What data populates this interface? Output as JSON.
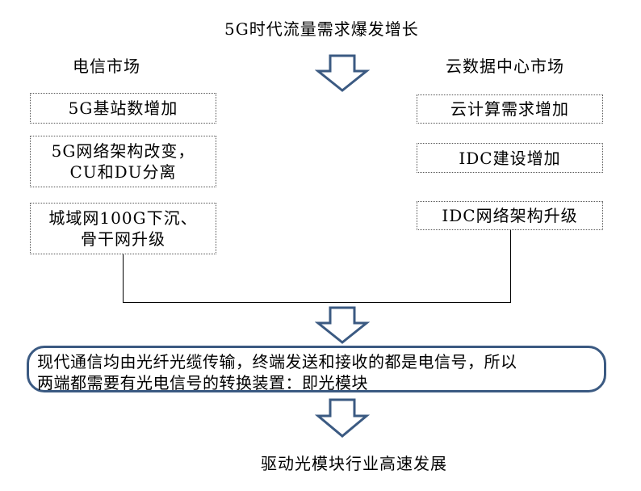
{
  "title": "5G时代流量需求爆发增长",
  "left_column": {
    "header": "电信市场",
    "boxes": [
      {
        "lines": [
          "5G基站数增加"
        ]
      },
      {
        "lines": [
          "5G网络架构改变，",
          "CU和DU分离"
        ]
      },
      {
        "lines": [
          "城域网100G下沉、",
          "骨干网升级"
        ]
      }
    ]
  },
  "right_column": {
    "header": "云数据中心市场",
    "boxes": [
      {
        "lines": [
          "云计算需求增加"
        ]
      },
      {
        "lines": [
          "IDC建设增加"
        ]
      },
      {
        "lines": [
          "IDC网络架构升级"
        ]
      }
    ]
  },
  "summary": {
    "lines": [
      "现代通信均由光纤光缆传输，终端发送和接收的都是电信号，所以",
      "两端都需要有光电信号的转换装置：即光模块"
    ]
  },
  "conclusion": "驱动光模块行业高速发展",
  "colors": {
    "arrow_stroke": "#3b5a82",
    "summary_border": "#3b5a82",
    "box_border": "#555555"
  },
  "icons": {
    "arrow": "down-arrow-icon"
  }
}
